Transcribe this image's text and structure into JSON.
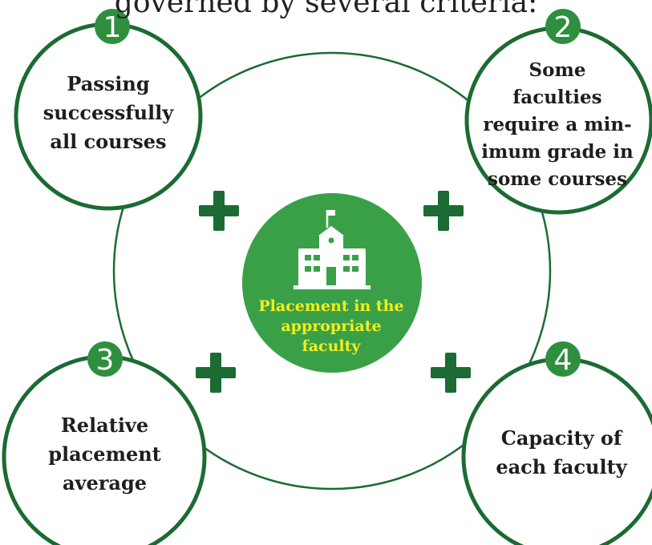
{
  "heading": "governed by several criteria:",
  "center": {
    "label": "Placement in the appropriate faculty",
    "icon": "school-building-icon"
  },
  "criteria": [
    {
      "number": "1",
      "text": "Passing successfully all courses"
    },
    {
      "number": "2",
      "text": "Some faculties require a min-imum grade in some courses"
    },
    {
      "number": "3",
      "text": "Relative placement average"
    },
    {
      "number": "4",
      "text": "Capacity of each faculty"
    }
  ],
  "plus_icon": "plus-icon",
  "colors": {
    "dark_green": "#1b6b33",
    "center_green": "#3aa048",
    "center_text": "#f4ee1c",
    "badge_green": "#2e8f3e"
  }
}
